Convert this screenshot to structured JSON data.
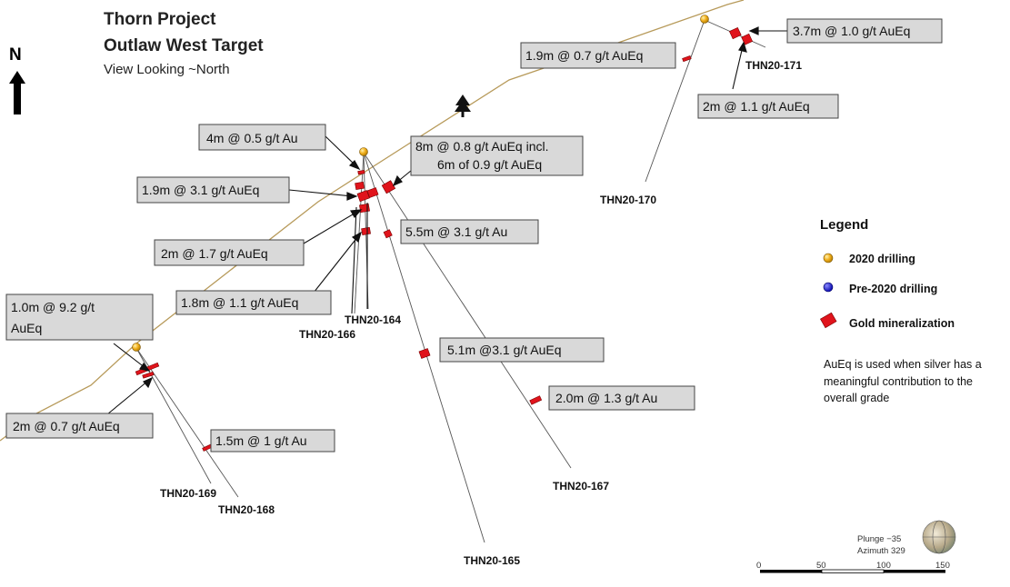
{
  "header": {
    "title_line1": "Thorn Project",
    "title_line2": "Outlaw West Target",
    "subtitle": "View Looking ~North"
  },
  "north_label": "N",
  "callouts": {
    "c1": {
      "line1": "4m @ 0.5 g/t Au"
    },
    "c2": {
      "line1": "8m @ 0.8 g/t AuEq incl.",
      "line2": "6m of 0.9 g/t AuEq"
    },
    "c3": {
      "line1": "1.9m @ 3.1 g/t AuEq"
    },
    "c4": {
      "line1": "5.5m @ 3.1 g/t Au"
    },
    "c5": {
      "line1": "2m @ 1.7 g/t AuEq"
    },
    "c6": {
      "line1": "1.8m @ 1.1 g/t AuEq"
    },
    "c7": {
      "line1": "1.0m @ 9.2 g/t",
      "line2": "AuEq"
    },
    "c8": {
      "line1": "2m @ 0.7 g/t AuEq"
    },
    "c9": {
      "line1": "1.5m @ 1 g/t Au"
    },
    "c10": {
      "line1": "5.1m @3.1 g/t AuEq"
    },
    "c11": {
      "line1": "2.0m @ 1.3 g/t Au"
    },
    "c12": {
      "line1": "1.9m @ 0.7 g/t AuEq"
    },
    "c13": {
      "line1": "3.7m @ 1.0 g/t AuEq"
    },
    "c14": {
      "line1": "2m @ 1.1 g/t AuEq"
    }
  },
  "holes": {
    "h164": "THN20-164",
    "h165": "THN20-165",
    "h166": "THN20-166",
    "h167": "THN20-167",
    "h168": "THN20-168",
    "h169": "THN20-169",
    "h170": "THN20-170",
    "h171": "THN20-171"
  },
  "legend": {
    "heading": "Legend",
    "item_2020": "2020 drilling",
    "item_pre2020": "Pre-2020 drilling",
    "item_gold": "Gold mineralization",
    "note_line1": "AuEq is used when silver has a",
    "note_line2": "meaningful contribution to the",
    "note_line3": "overall grade",
    "colors": {
      "drilling_2020": "#f2b01e",
      "drilling_pre2020": "#1a1adf",
      "gold_mineralization": "#e0141c"
    }
  },
  "orientation": {
    "plunge": "Plunge −35",
    "azimuth": "Azimuth 329"
  },
  "scale": {
    "ticks": [
      "0",
      "50",
      "100",
      "150"
    ]
  },
  "icons": [
    "tree-icon",
    "north-arrow-icon",
    "orientation-globe-icon"
  ]
}
